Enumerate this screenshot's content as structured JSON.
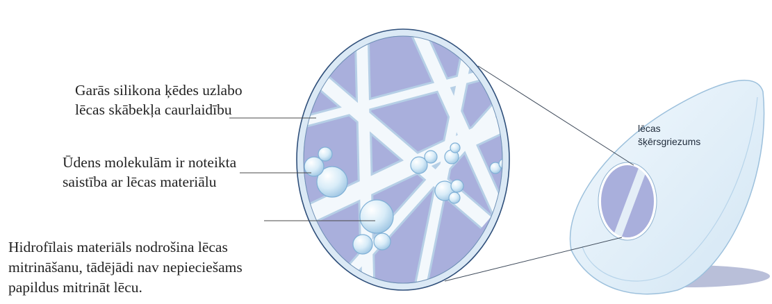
{
  "colors": {
    "lattice_bg": "#a9afdc",
    "chain": "#f3f8fc",
    "chain_edge": "#b6cfe6",
    "ring": "#dbe9f5",
    "lens": "#e3f0fa",
    "bubble": "#cfe7f6",
    "leader": "#4a4a4a"
  },
  "labels": {
    "silicone": [
      "Garās silikona ķēdes uzlabo",
      "lēcas skābekļa caurlaidību"
    ],
    "water": [
      "Ūdens molekulām ir noteikta",
      "saistība ar lēcas materiālu"
    ],
    "hydrophilic": [
      "Hidrofīlais materiāls nodrošina lēcas",
      "mitrināšanu, tādējādi nav nepieciešams",
      "papildus mitrināt lēcu."
    ],
    "cross_section": [
      "lēcas",
      "šķērsgriezums"
    ]
  }
}
